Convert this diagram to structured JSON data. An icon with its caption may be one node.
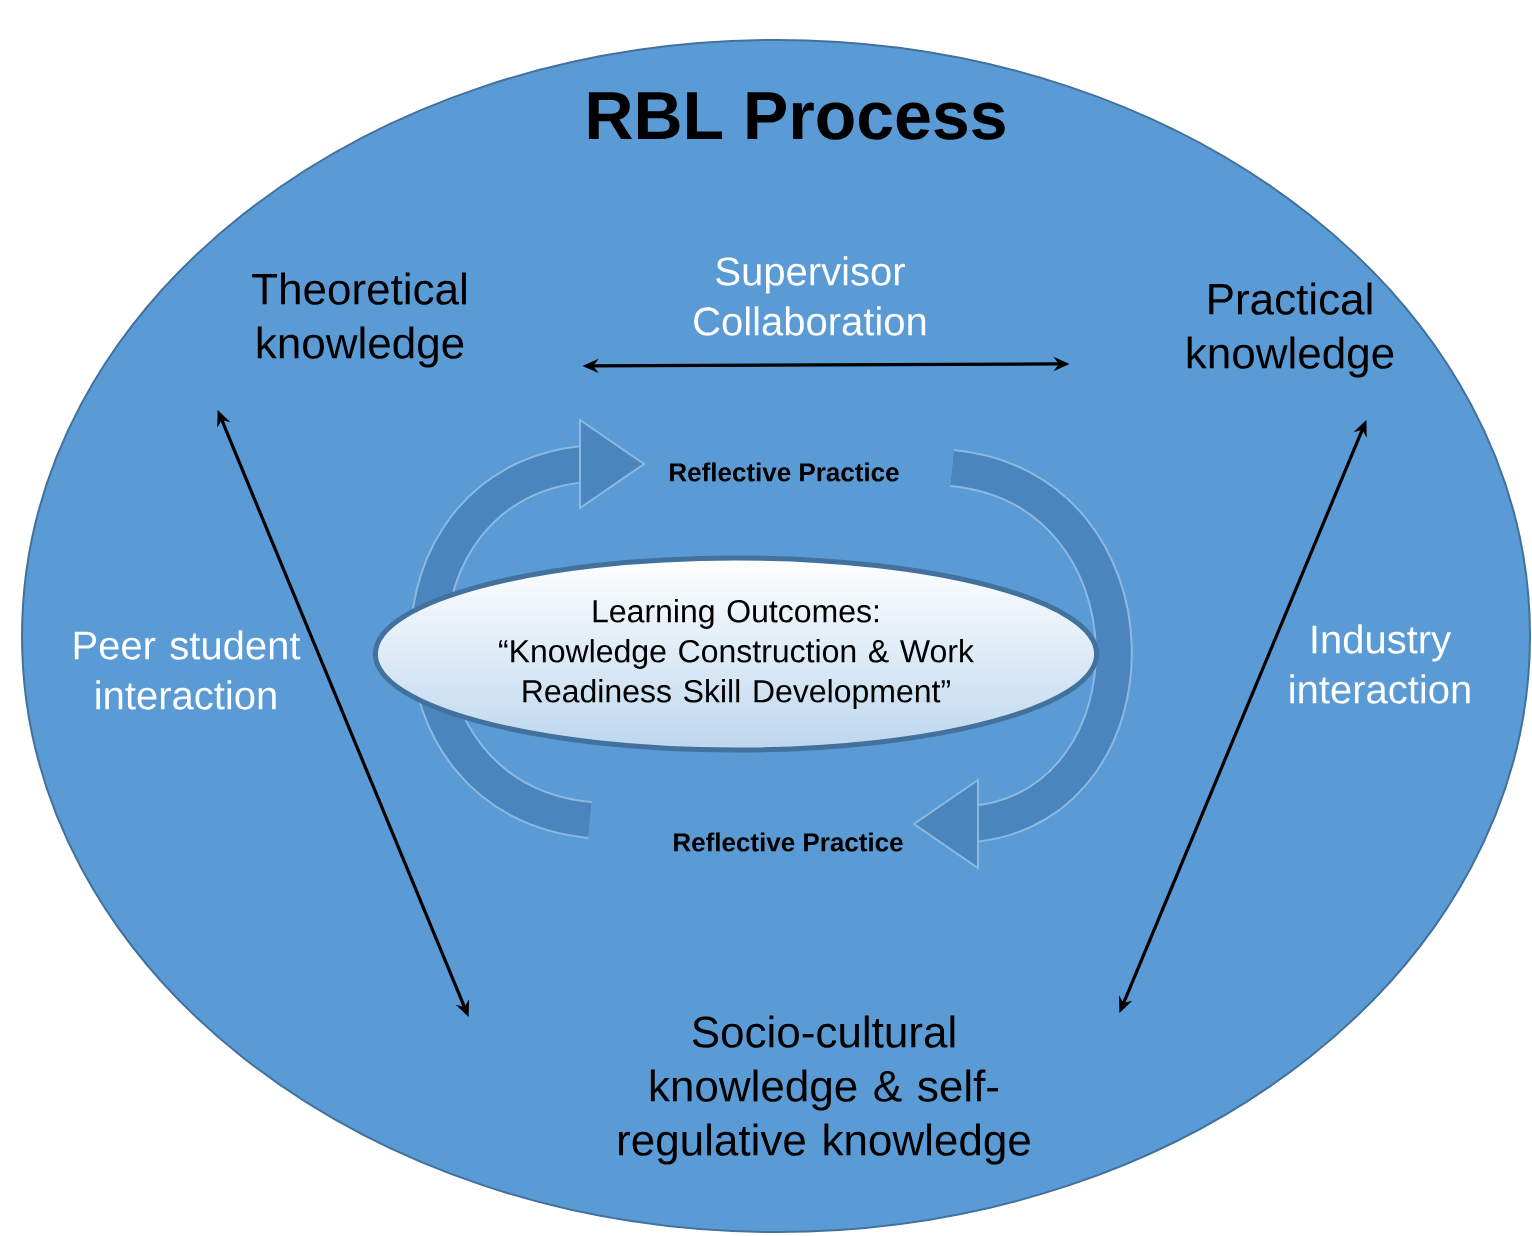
{
  "diagram": {
    "nodes": [
      {
        "text": [
          "RBL Process"
        ]
      },
      {
        "text": [
          "Theoretical knowledge"
        ],
        "in": 0
      },
      {
        "text": [
          "Practical knowledge"
        ],
        "in": 0
      },
      {
        "text": [
          "Socio-cultural knowledge & self-regulative knowledge"
        ],
        "in": 0
      },
      {
        "text": [
          "Learning Outcomes:",
          "“Knowledge Construction & Work Readiness Skill Development”"
        ],
        "in": 0
      }
    ],
    "edges": [
      {
        "from": 1,
        "to": 2,
        "arrow": "both",
        "label": "Supervisor Collaboration"
      },
      {
        "from": 1,
        "to": 3,
        "arrow": "both",
        "label": "Peer student interaction"
      },
      {
        "from": 2,
        "to": 3,
        "arrow": "both",
        "label": "Industry interaction"
      }
    ],
    "labels": [
      "Reflective Practice",
      "Reflective Practice"
    ]
  }
}
